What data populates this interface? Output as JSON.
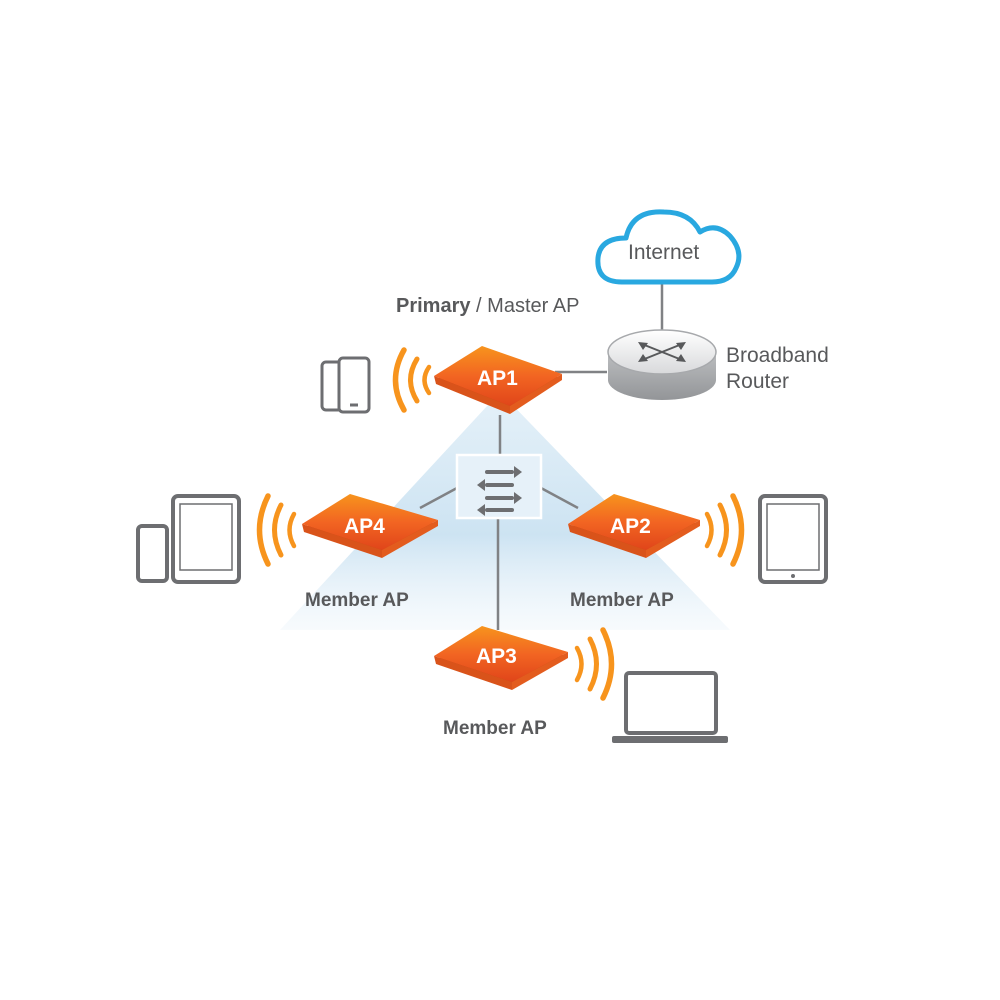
{
  "internet": {
    "label": "Internet"
  },
  "router": {
    "label_line1": "Broadband",
    "label_line2": "Router"
  },
  "master": {
    "label_bold": "Primary",
    "label_rest": " / Master AP"
  },
  "aps": [
    {
      "id": "ap1",
      "label": "AP1"
    },
    {
      "id": "ap2",
      "label": "AP2",
      "role": "Member AP"
    },
    {
      "id": "ap3",
      "label": "AP3",
      "role": "Member AP"
    },
    {
      "id": "ap4",
      "label": "AP4",
      "role": "Member AP"
    }
  ],
  "colors": {
    "ap_orange": "#f26522",
    "ap_orange_dark": "#d9531a",
    "wave_orange": "#f7941d",
    "device_gray": "#6d6e71",
    "cloud_blue": "#29a8e0",
    "line_gray": "#808285",
    "fan_blue": "#b9d9ec"
  },
  "icons": {
    "internet": "cloud-icon",
    "router": "router-icon",
    "switch": "switch-icon",
    "phones": "smartphone-icon",
    "tablets": "tablet-icon",
    "laptop": "laptop-icon",
    "waves": "wifi-signal-icon"
  }
}
